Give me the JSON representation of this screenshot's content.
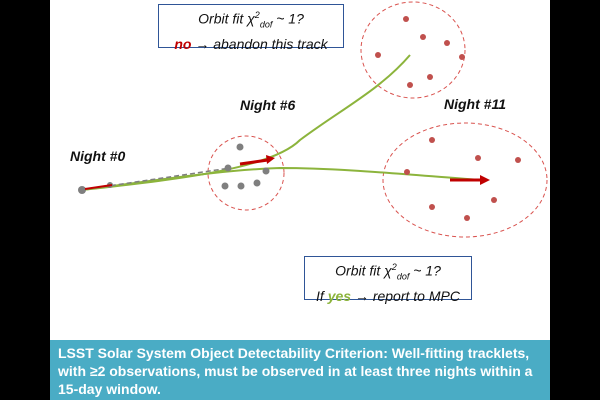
{
  "nights": {
    "n0": "Night #0",
    "n6": "Night #6",
    "n11": "Night #11"
  },
  "callout_top": {
    "line1_prefix": "Orbit fit χ",
    "sup": "2",
    "sub": "dof",
    "line1_suffix": " ~ 1?",
    "no_word": "no",
    "arrow": "→",
    "line2_rest": " abandon this track"
  },
  "callout_bottom": {
    "line1_prefix": "Orbit fit χ",
    "sup": "2",
    "sub": "dof",
    "line1_suffix": " ~ 1?",
    "if_word": "If ",
    "yes_word": "yes",
    "arrow": "→",
    "line2_rest": " report to MPC"
  },
  "footer": {
    "text": "LSST Solar System Object Detectability Criterion: Well-fitting tracklets, with ≥2 observations, must be observed in at least three nights within a 15-day window."
  },
  "colors": {
    "panel_bg": "#ffffff",
    "footer_bg": "#4aacc5",
    "track_green": "#8cb43c",
    "arrow_red": "#c00000",
    "dot_red": "#c0504d",
    "dot_grey": "#7f7f7f",
    "callout_border": "#2f5597"
  }
}
